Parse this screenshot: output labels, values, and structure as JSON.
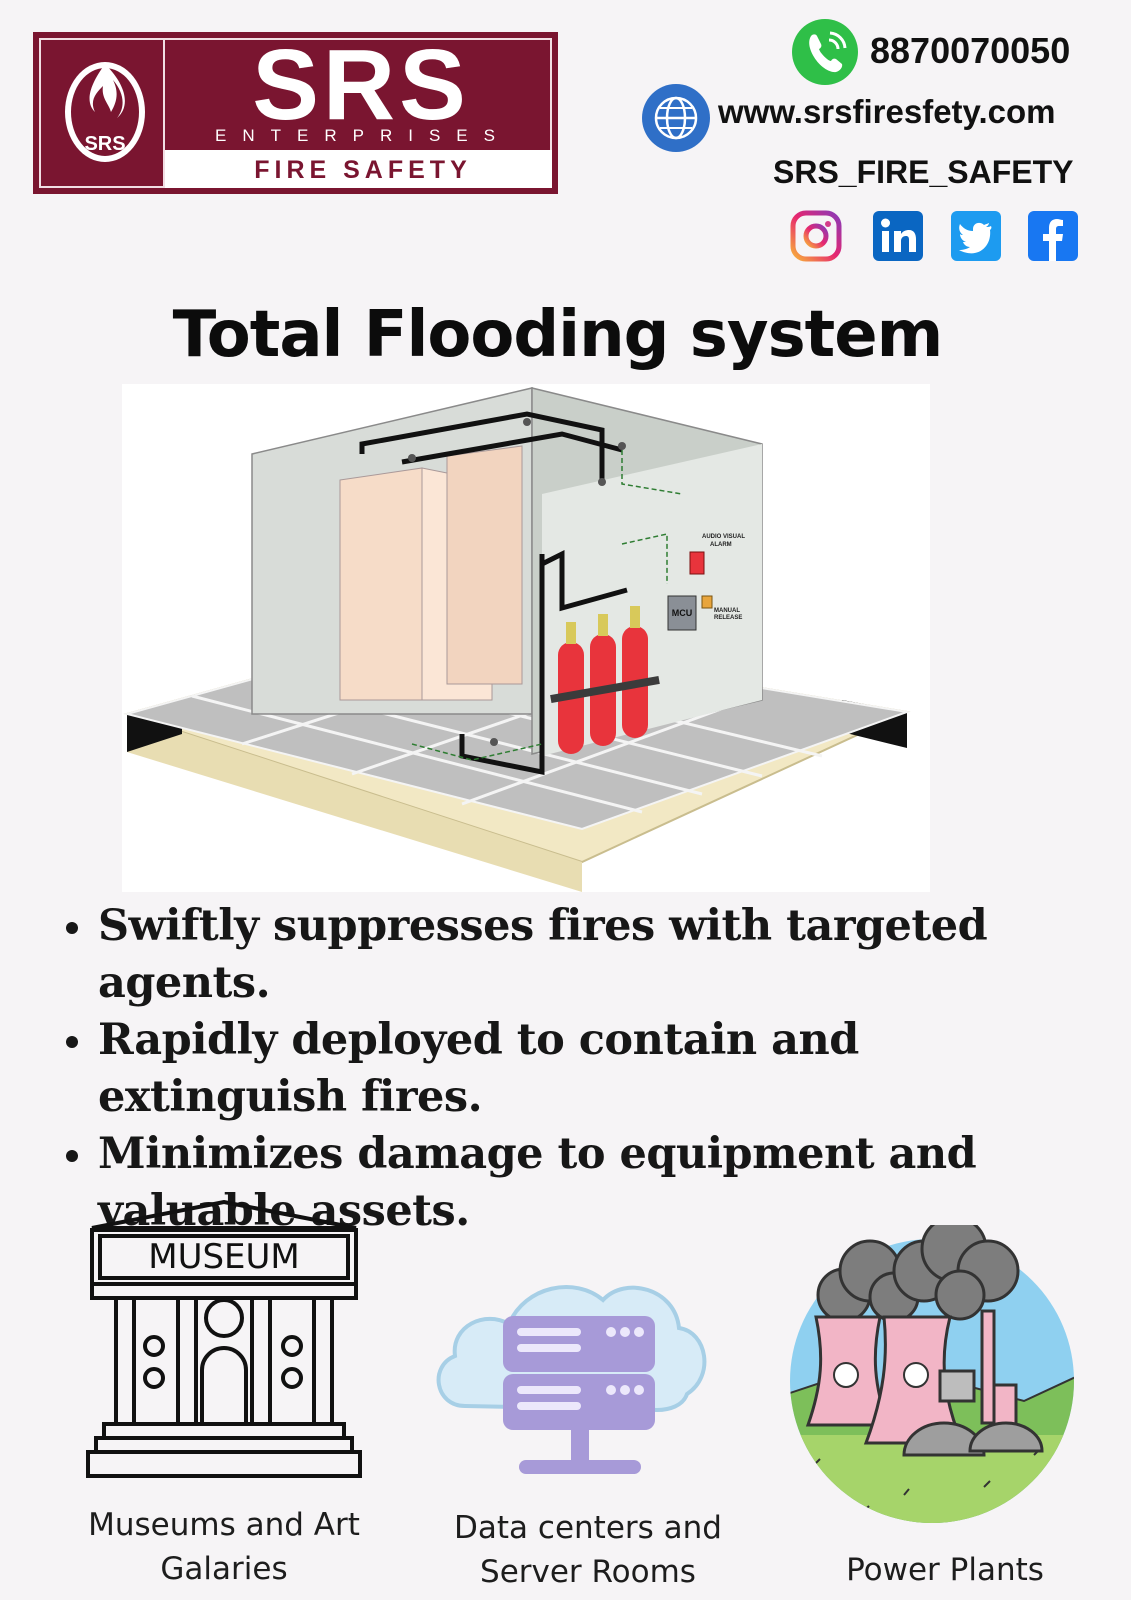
{
  "logo": {
    "emblem_text": "SRS",
    "brand": "SRS",
    "subtitle": "ENTERPRISES",
    "tagline": "FIRE SAFETY",
    "colors": {
      "maroon": "#7a1530"
    }
  },
  "contact": {
    "phone": "8870070050",
    "website": "www.srsfiresfety.com",
    "handle": "SRS_FIRE_SAFETY",
    "phone_icon": "phone-icon",
    "web_icon": "globe-icon",
    "social_icons": [
      "instagram-icon",
      "linkedin-icon",
      "twitter-icon",
      "facebook-icon"
    ]
  },
  "title": "Total Flooding system",
  "illustration": {
    "labels": {
      "alarm_line1": "AUDIO VISUAL",
      "alarm_line2": "ALARM",
      "mcu": "MCU",
      "release_line1": "MANUAL",
      "release_line2": "RELEASE"
    }
  },
  "bullets": [
    "Swiftly suppresses fires with targeted agents.",
    "Rapidly deployed to contain and extinguish fires.",
    "Minimizes damage to equipment and valuable assets."
  ],
  "applications": [
    {
      "caption_line1": "Museums and Art",
      "caption_line2": "Galaries",
      "sign": "MUSEUM",
      "icon": "museum-icon"
    },
    {
      "caption_line1": "Data centers and",
      "caption_line2": "Server Rooms",
      "icon": "cloud-server-icon"
    },
    {
      "caption_line1": "Power Plants",
      "icon": "power-plant-icon"
    }
  ],
  "colors": {
    "background": "#f6f4f6",
    "cylinder_red": "#e8343c",
    "server_purple": "#a79ad8"
  }
}
